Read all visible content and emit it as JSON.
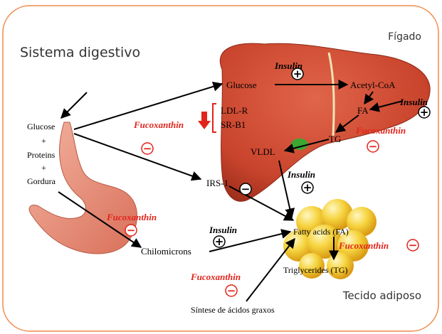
{
  "titles": {
    "system": "Sistema digestivo",
    "liver": "Fígado",
    "adipose": "Tecido adiposo"
  },
  "nodes": {
    "diet_glucose": "Glucose",
    "plus1": "+",
    "proteins": "Proteins",
    "plus2": "+",
    "gordura": "Gordura",
    "liver_glucose": "Glucose",
    "acetyl_coa": "Acetyl-CoA",
    "ldl_r": "LDL-R",
    "sr_b1": "SR-B1",
    "fa_liver": "FA",
    "tg_liver": "TG",
    "vldl": "VLDL",
    "irs1": "IRS-1",
    "chilomicrons": "Chilomicrons",
    "fatty_acids": "Fatty acids (FA)",
    "triglycerides": "Triglycerides (TG)",
    "sintese": "Síntese de ácidos graxos"
  },
  "agents": {
    "insulin": "Insulin",
    "fucoxanthin": "Fucoxanthin"
  },
  "signs": {
    "plus": "+",
    "minus": "−"
  },
  "colors": {
    "frame": "#f08a4b",
    "fucoxanthin": "#e2231a",
    "liver": "#c9442c",
    "liver_dark": "#9c2e1c",
    "stomach": "#e58b76",
    "fat": "#f2c531",
    "gall": "#3aa832"
  }
}
